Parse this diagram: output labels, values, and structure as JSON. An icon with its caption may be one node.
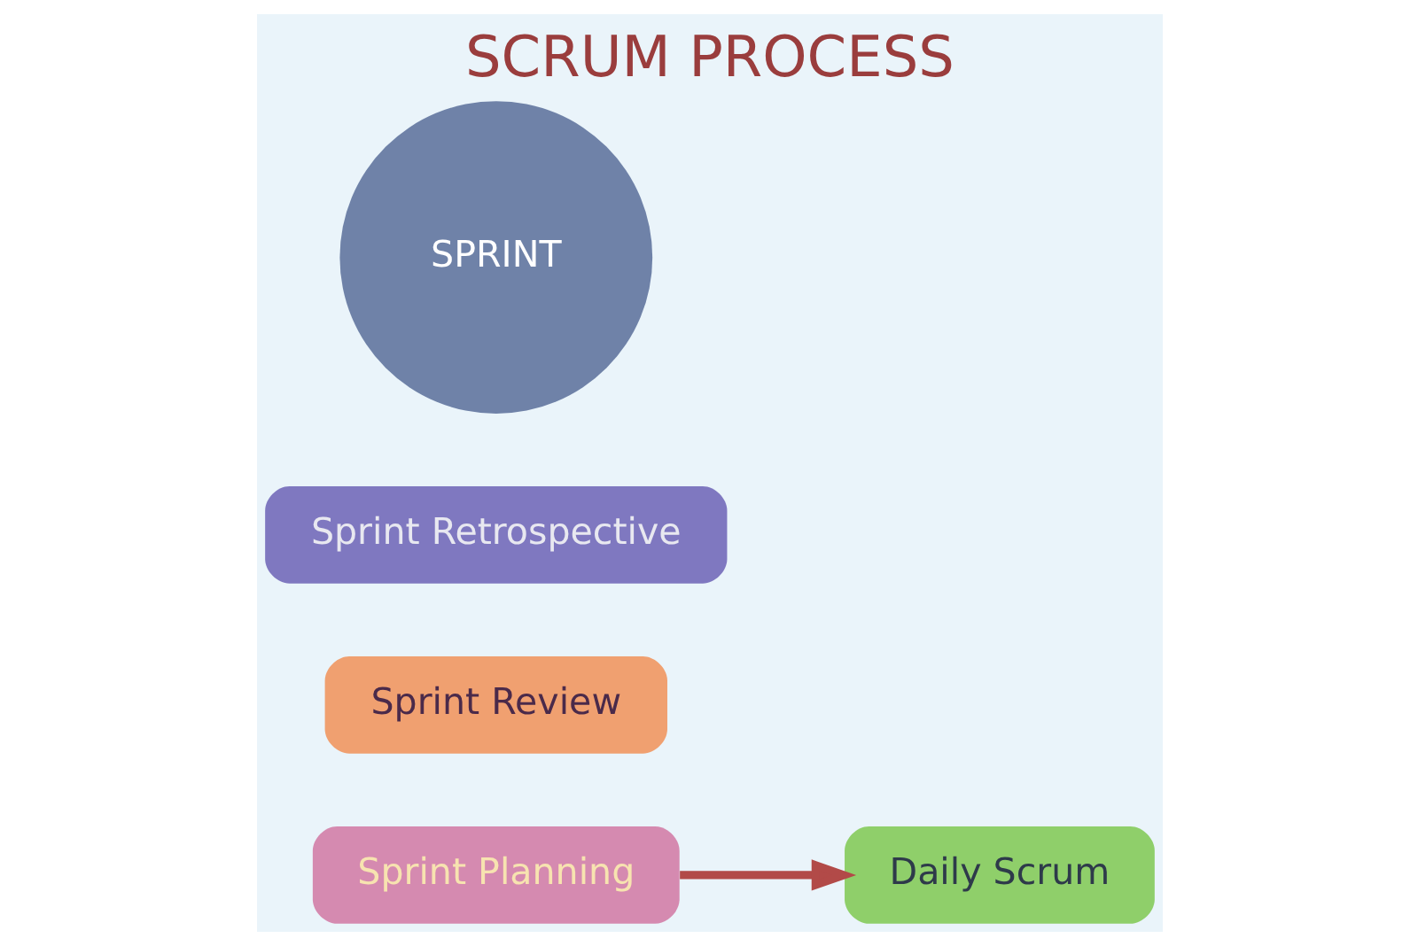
{
  "diagram": {
    "title": "SCRUM PROCESS",
    "nodes": [
      {
        "text": [
          "Sprint Planning"
        ]
      },
      {
        "text": [
          "Daily Scrum"
        ]
      },
      {
        "text": [
          "Sprint Review"
        ]
      },
      {
        "text": [
          "Sprint Retrospective"
        ]
      },
      {
        "text": [
          "SPRINT"
        ]
      }
    ],
    "edges": [
      {
        "from": 0,
        "to": 1,
        "arrow": "to"
      }
    ]
  }
}
